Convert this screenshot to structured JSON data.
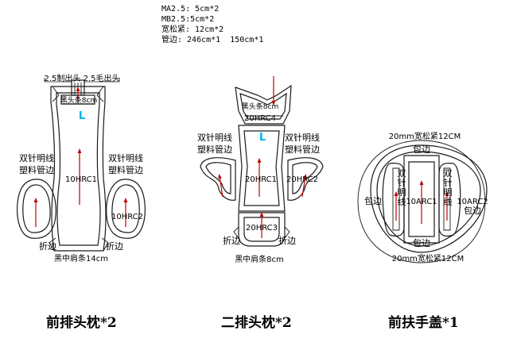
{
  "spec_lines": [
    "MA2.5: 5cm*2",
    "MB2.5:5cm*2",
    "宽松紧: 12cm*2",
    "管边: 246cm*1  150cm*1"
  ],
  "front": {
    "top_label": "2.5制出头 2.5毛出头",
    "strip_label": "黑头条8cm",
    "side_letter": "L",
    "double_stitch": "双针明线",
    "plastic_piping": "塑料管边",
    "body_code": "10HRC1",
    "side_code": "10HRC2",
    "fold": "折边",
    "bottom_strip": "黑中肩条14cm",
    "caption": "前排头枕*2"
  },
  "second": {
    "strip_label": "黑头条8cm",
    "top_code": "20HRC4",
    "side_letter": "L",
    "double_stitch": "双针明线",
    "plastic_piping": "塑料管边",
    "center_code": "20HRC1",
    "side_code": "20HRC2",
    "bottom_code": "20HRC3",
    "fold": "折边",
    "bottom_strip": "黑中肩条8cm",
    "caption": "二排头枕*2"
  },
  "armrest": {
    "elastic_top": "20mm宽松紧12CM",
    "elastic_bottom": "20mm宽松紧12CM",
    "binding": "包边",
    "double_stitch_vertical": "双针明线",
    "center_code": "10ARC1",
    "side_code": "10ARC2",
    "caption": "前扶手盖*1"
  },
  "colors": {
    "outline": "#1a1a1a",
    "arrow": "#c00000",
    "letter": "#00b0f0"
  }
}
